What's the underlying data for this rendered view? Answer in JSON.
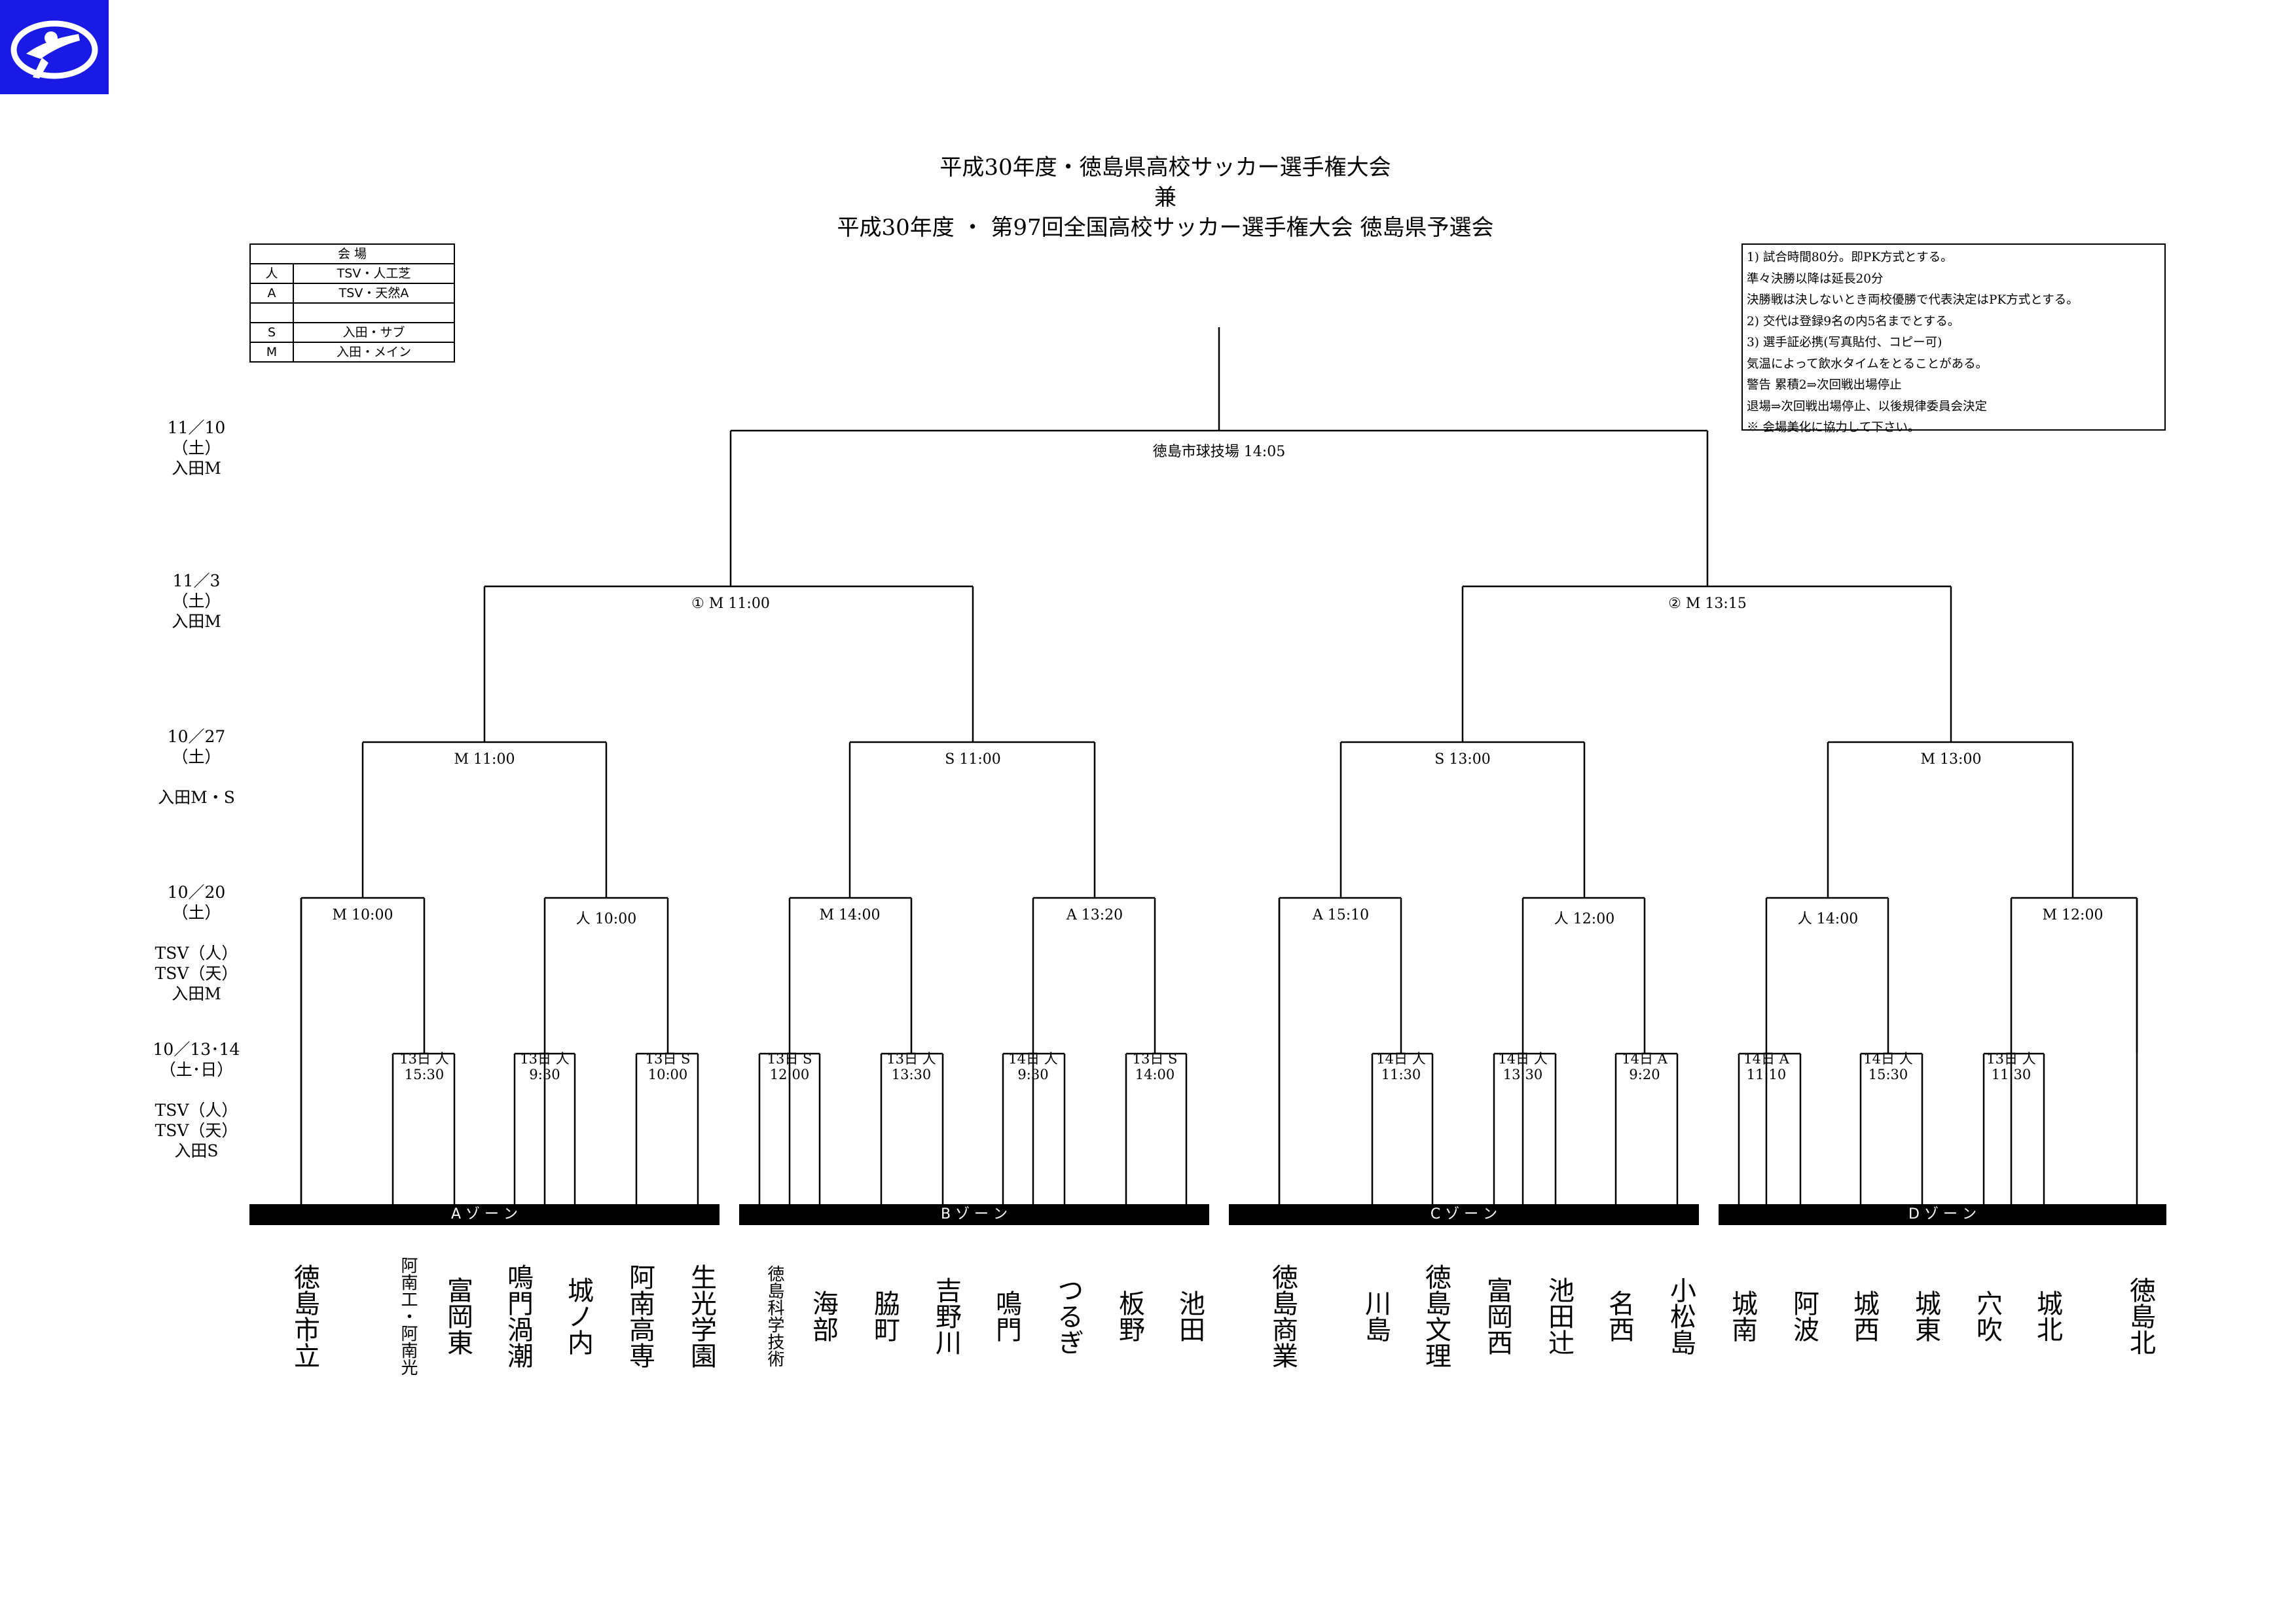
{
  "title": {
    "line1": "平成30年度・徳島県高校サッカー選手権大会",
    "line2": "兼",
    "line3": "平成30年度 ・ 第97回全国高校サッカー選手権大会 徳島県予選会"
  },
  "venues": {
    "header": "会 場",
    "rows": [
      {
        "code": "人",
        "name": "TSV・人工芝"
      },
      {
        "code": "A",
        "name": "TSV・天然A"
      },
      {
        "code": "",
        "name": ""
      },
      {
        "code": "S",
        "name": "入田・サブ"
      },
      {
        "code": "M",
        "name": "入田・メイン"
      }
    ]
  },
  "rules": [
    "1)  試合時間80分。即PK方式とする。",
    "      準々決勝以降は延長20分",
    "      決勝戦は決しないとき両校優勝で代表決定はPK方式とする。",
    "2)  交代は登録9名の内5名までとする。",
    "3)  選手証必携(写真貼付、コピー可)",
    "      気温によって飲水タイムをとることがある。",
    "      警告  累積2⇒次回戦出場停止",
    "      退場⇒次回戦出場停止、以後規律委員会決定",
    "※  会場美化に協力して下さい。"
  ],
  "round_labels": {
    "final": "11／10\n（土）\n入田M",
    "semi": "11／3\n（土）\n入田M",
    "quarter": "10／27\n（土）\n\n入田M・S",
    "r16": "10／20\n（土）\n\nTSV（人）\nTSV（天）\n入田M",
    "r1": "10／13･14\n（土･日）\n\nTSV（人）\nTSV（天）\n入田S"
  },
  "matches": {
    "final": "徳島市球技場  14:05",
    "semi": [
      "①  M  11:00",
      "②  M  13:15"
    ],
    "quarter": [
      "M  11:00",
      "S  11:00",
      "S  13:00",
      "M  13:00"
    ],
    "r16": [
      "M  10:00",
      "人  10:00",
      "M  14:00",
      "A  13:20",
      "A  15:10",
      "人  12:00",
      "人  14:00",
      "M  12:00"
    ],
    "r1": [
      "13日 人\n15:30",
      "13日 人\n9:30",
      "13日 S\n10:00",
      "13日 S\n12:00",
      "13日 人\n13:30",
      "14日 人\n9:30",
      "13日 S\n14:00",
      "14日 人\n11:30",
      "14日 人\n13:30",
      "14日 A\n9:20",
      "14日 A\n11:10",
      "14日 人\n15:30",
      "13日 人\n11:30"
    ]
  },
  "zones": [
    "A ゾ ー ン",
    "B ゾ ー ン",
    "C ゾ ー ン",
    "D ゾ ー ン"
  ],
  "teams": [
    "徳島市立",
    "阿南工・阿南光",
    "富岡東",
    "鳴門渦潮",
    "城ノ内",
    "阿南高専",
    "生光学園",
    "徳島科学技術",
    "海部",
    "脇町",
    "吉野川",
    "鳴門",
    "つるぎ",
    "板野",
    "池田",
    "徳島商業",
    "川島",
    "徳島文理",
    "富岡西",
    "池田辻",
    "名西",
    "小松島",
    "城南",
    "阿波",
    "城西",
    "城東",
    "穴吹",
    "城北",
    "徳島北"
  ]
}
